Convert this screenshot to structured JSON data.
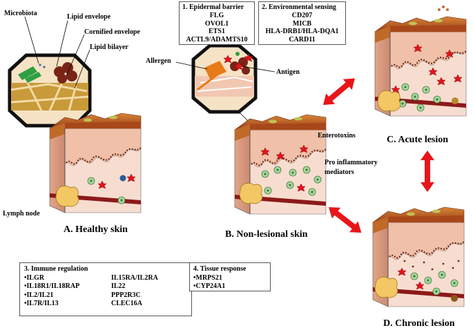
{
  "labels": {
    "microbiota": "Microbiota",
    "lipid_envelope": "Lipid envelope",
    "cornified_envelope": "Cornified envelope",
    "lipid_bilayer": "Lipid bilayer",
    "lymph_node": "Lymph node",
    "allergen": "Allergen",
    "antigen": "Antigen",
    "enterotoxins": "Enterotoxins",
    "pro_inflammatory_1": "Pro inflammatory",
    "pro_inflammatory_2": "mediators"
  },
  "panels": {
    "healthy": "A. Healthy skin",
    "non_lesional": "B. Non-lesional skin",
    "acute": "C. Acute lesion",
    "chronic": "D. Chronic lesion"
  },
  "boxes": {
    "barrier": {
      "title": "1.   Epidermal barrier",
      "items": [
        "FLG",
        "OVOL1",
        "ETS1",
        "ACTL9/ADAMTS10"
      ]
    },
    "environment": {
      "title": "2. Environmental sensing",
      "items": [
        "CD207",
        "MICB",
        "HLA-DRB1/HLA-DQA1",
        "CARD11"
      ]
    },
    "immune": {
      "title": "3. Immune regulation",
      "col1": [
        "•ILGR",
        "•IL18R1/IL18RAP",
        "•IL2/IL21",
        "•IL7R/IL13"
      ],
      "col2": [
        "IL15RA/IL2RA",
        "IL22",
        "PPP2R3C",
        "CLEC16A"
      ]
    },
    "tissue": {
      "title": "4. Tissue response",
      "items": [
        "•MRPS21",
        "•CYP24A1"
      ]
    }
  },
  "colors": {
    "arrow": "#e8151b",
    "stratum_corneum": "#b8551a",
    "epidermis": "#f2c7b2",
    "dermis": "#f7ddd0",
    "melanin": "#6b2a1a",
    "vessel": "#8c1a1a",
    "cell_green": "#a8d9a0",
    "lymph": "#f3c764",
    "green_microbe": "#2ea043",
    "lipid_brown": "#7a2418"
  }
}
